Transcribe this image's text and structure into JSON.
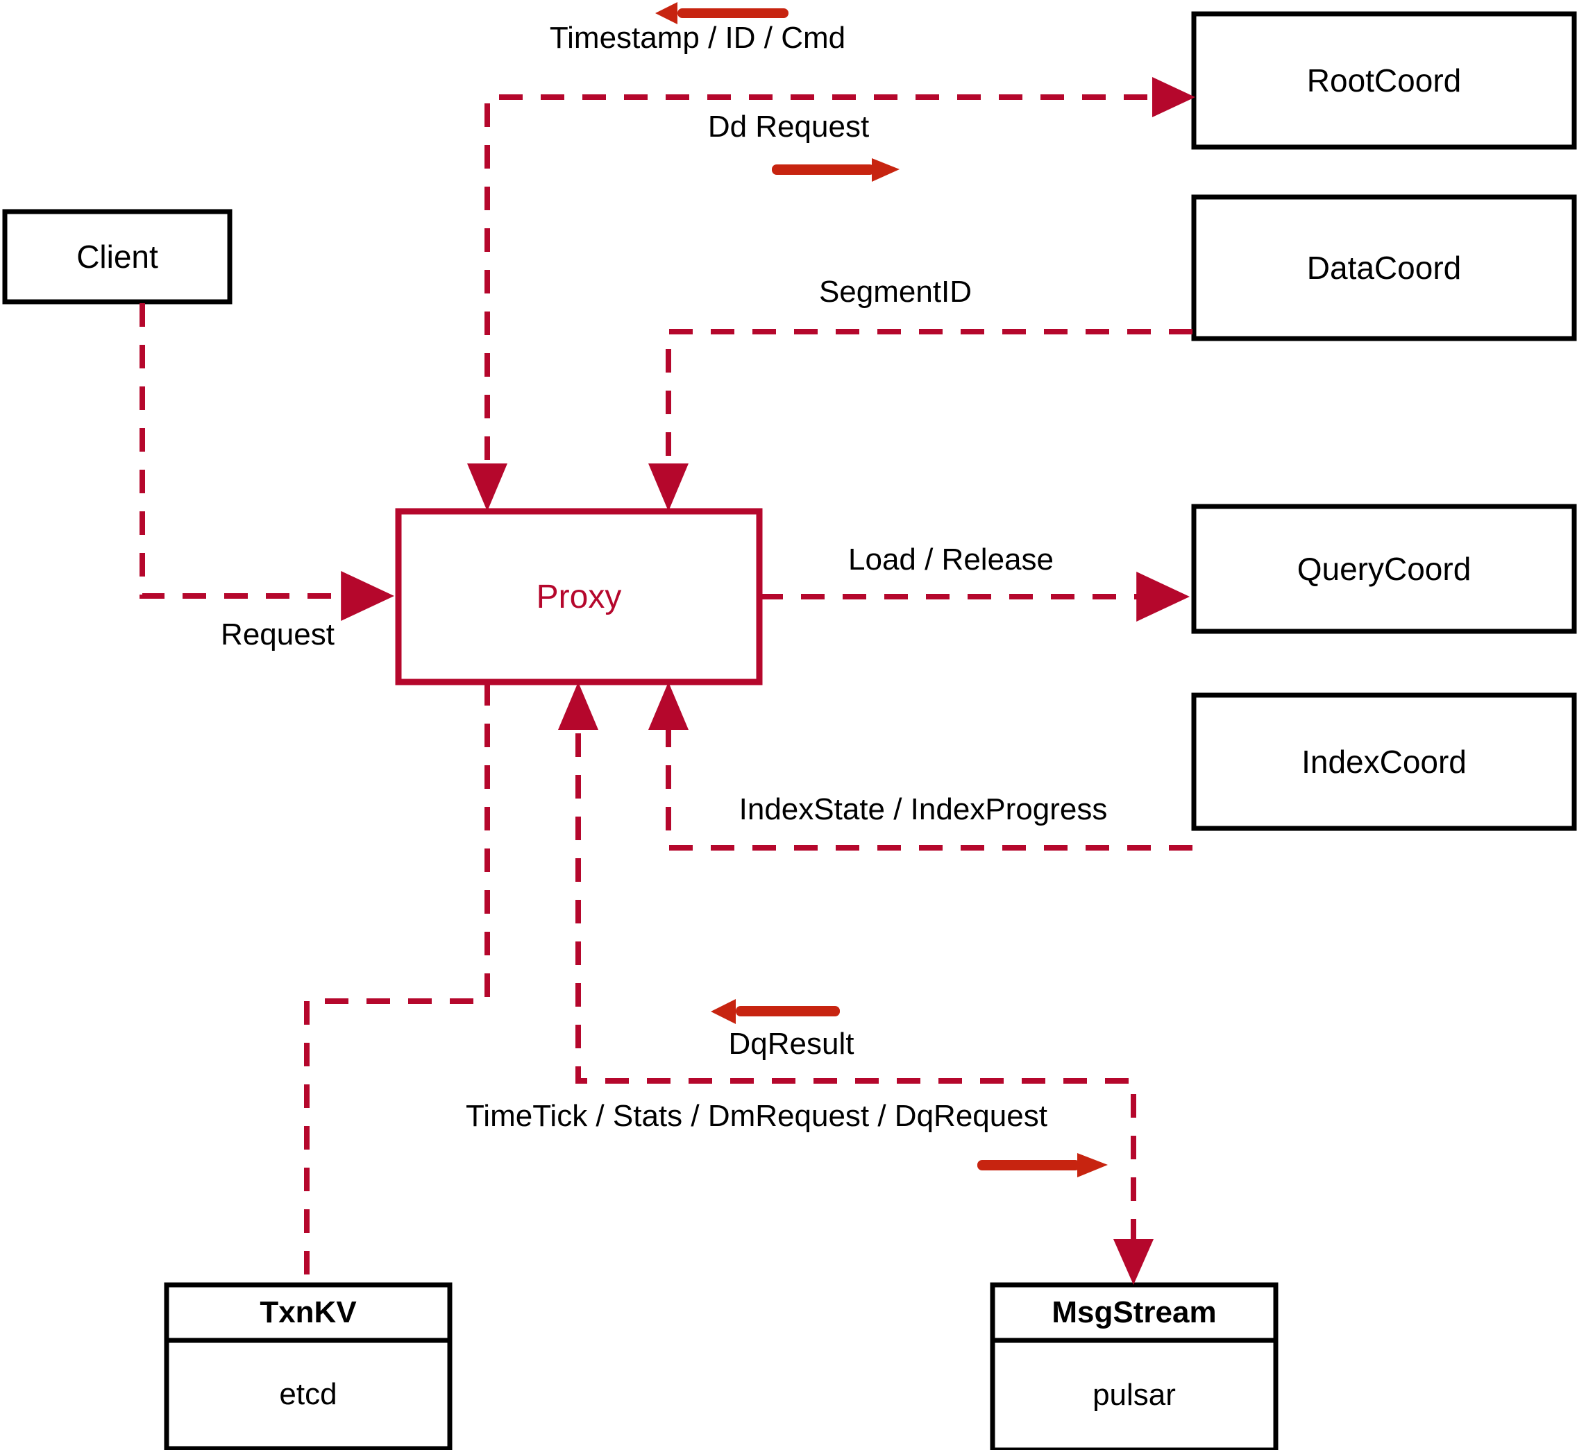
{
  "diagram": {
    "title": "Milvus Proxy component interaction diagram",
    "colors": {
      "dashed_edge": "#B5072C",
      "solid_arrow": "#C72410",
      "node_border": "#000000",
      "proxy_border": "#B5072C",
      "proxy_text": "#B5072C",
      "background": "#FFFFFF"
    },
    "nodes": [
      {
        "id": "client",
        "label": "Client",
        "style": "black"
      },
      {
        "id": "proxy",
        "label": "Proxy",
        "style": "red"
      },
      {
        "id": "rootcoord",
        "label": "RootCoord",
        "style": "black"
      },
      {
        "id": "datacoord",
        "label": "DataCoord",
        "style": "black"
      },
      {
        "id": "querycoord",
        "label": "QueryCoord",
        "style": "black"
      },
      {
        "id": "indexcoord",
        "label": "IndexCoord",
        "style": "black"
      },
      {
        "id": "txnkv",
        "label": "TxnKV",
        "sublabel": "etcd",
        "style": "black-split"
      },
      {
        "id": "msgstream",
        "label": "MsgStream",
        "sublabel": "pulsar",
        "style": "black-split"
      }
    ],
    "edges": [
      {
        "id": "client-proxy",
        "label": "Request",
        "from": "client",
        "to": "proxy"
      },
      {
        "id": "proxy-rootcoord",
        "label": "Dd Request",
        "from": "proxy",
        "to": "rootcoord",
        "direction": "right"
      },
      {
        "id": "rootcoord-proxy",
        "label": "Timestamp / ID / Cmd",
        "from": "rootcoord",
        "to": "proxy",
        "direction": "left"
      },
      {
        "id": "datacoord-proxy",
        "label": "SegmentID",
        "from": "datacoord",
        "to": "proxy"
      },
      {
        "id": "proxy-querycoord",
        "label": "Load / Release",
        "from": "proxy",
        "to": "querycoord"
      },
      {
        "id": "indexcoord-proxy",
        "label": "IndexState / IndexProgress",
        "from": "indexcoord",
        "to": "proxy"
      },
      {
        "id": "msgstream-proxy",
        "label": "DqResult",
        "from": "msgstream",
        "to": "proxy",
        "direction": "left"
      },
      {
        "id": "proxy-msgstream",
        "label": "TimeTick / Stats / DmRequest / DqRequest",
        "from": "proxy",
        "to": "msgstream",
        "direction": "right"
      },
      {
        "id": "proxy-txnkv",
        "label": "",
        "from": "proxy",
        "to": "txnkv"
      }
    ]
  }
}
